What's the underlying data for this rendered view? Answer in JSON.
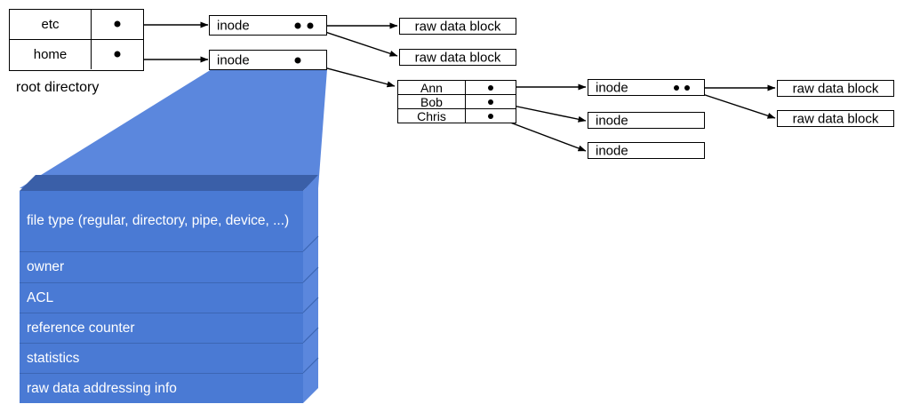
{
  "diagram": {
    "title": "unix-inode-filesystem-diagram",
    "colors": {
      "block_front": "#4a7ad4",
      "block_top": "#3a5fa8",
      "block_side": "#5b87dd",
      "wedge": "#5b87dd",
      "box_border": "#000000",
      "box_fill": "#ffffff",
      "line": "#000000"
    }
  },
  "root_directory": {
    "caption": "root directory",
    "rows": [
      {
        "name": "etc",
        "pointer": "dot"
      },
      {
        "name": "home",
        "pointer": "dot"
      }
    ]
  },
  "level1_inodes": [
    {
      "label": "inode",
      "pointers": 2
    },
    {
      "label": "inode",
      "pointers": 1
    }
  ],
  "level1_data_blocks": [
    {
      "label": "raw data block"
    },
    {
      "label": "raw data block"
    }
  ],
  "home_directory": {
    "rows": [
      {
        "name": "Ann",
        "pointer": "dot"
      },
      {
        "name": "Bob",
        "pointer": "dot"
      },
      {
        "name": "Chris",
        "pointer": "dot"
      }
    ]
  },
  "level2_inodes": [
    {
      "label": "inode",
      "pointers": 2
    },
    {
      "label": "inode",
      "pointers": 0
    },
    {
      "label": "inode",
      "pointers": 0
    }
  ],
  "level2_data_blocks": [
    {
      "label": "raw data block"
    },
    {
      "label": "raw data block"
    }
  ],
  "inode_detail": {
    "fields": [
      "file type (regular, directory, pipe, device, ...)",
      "owner",
      "ACL",
      "reference counter",
      "statistics",
      "raw data addressing info"
    ]
  }
}
